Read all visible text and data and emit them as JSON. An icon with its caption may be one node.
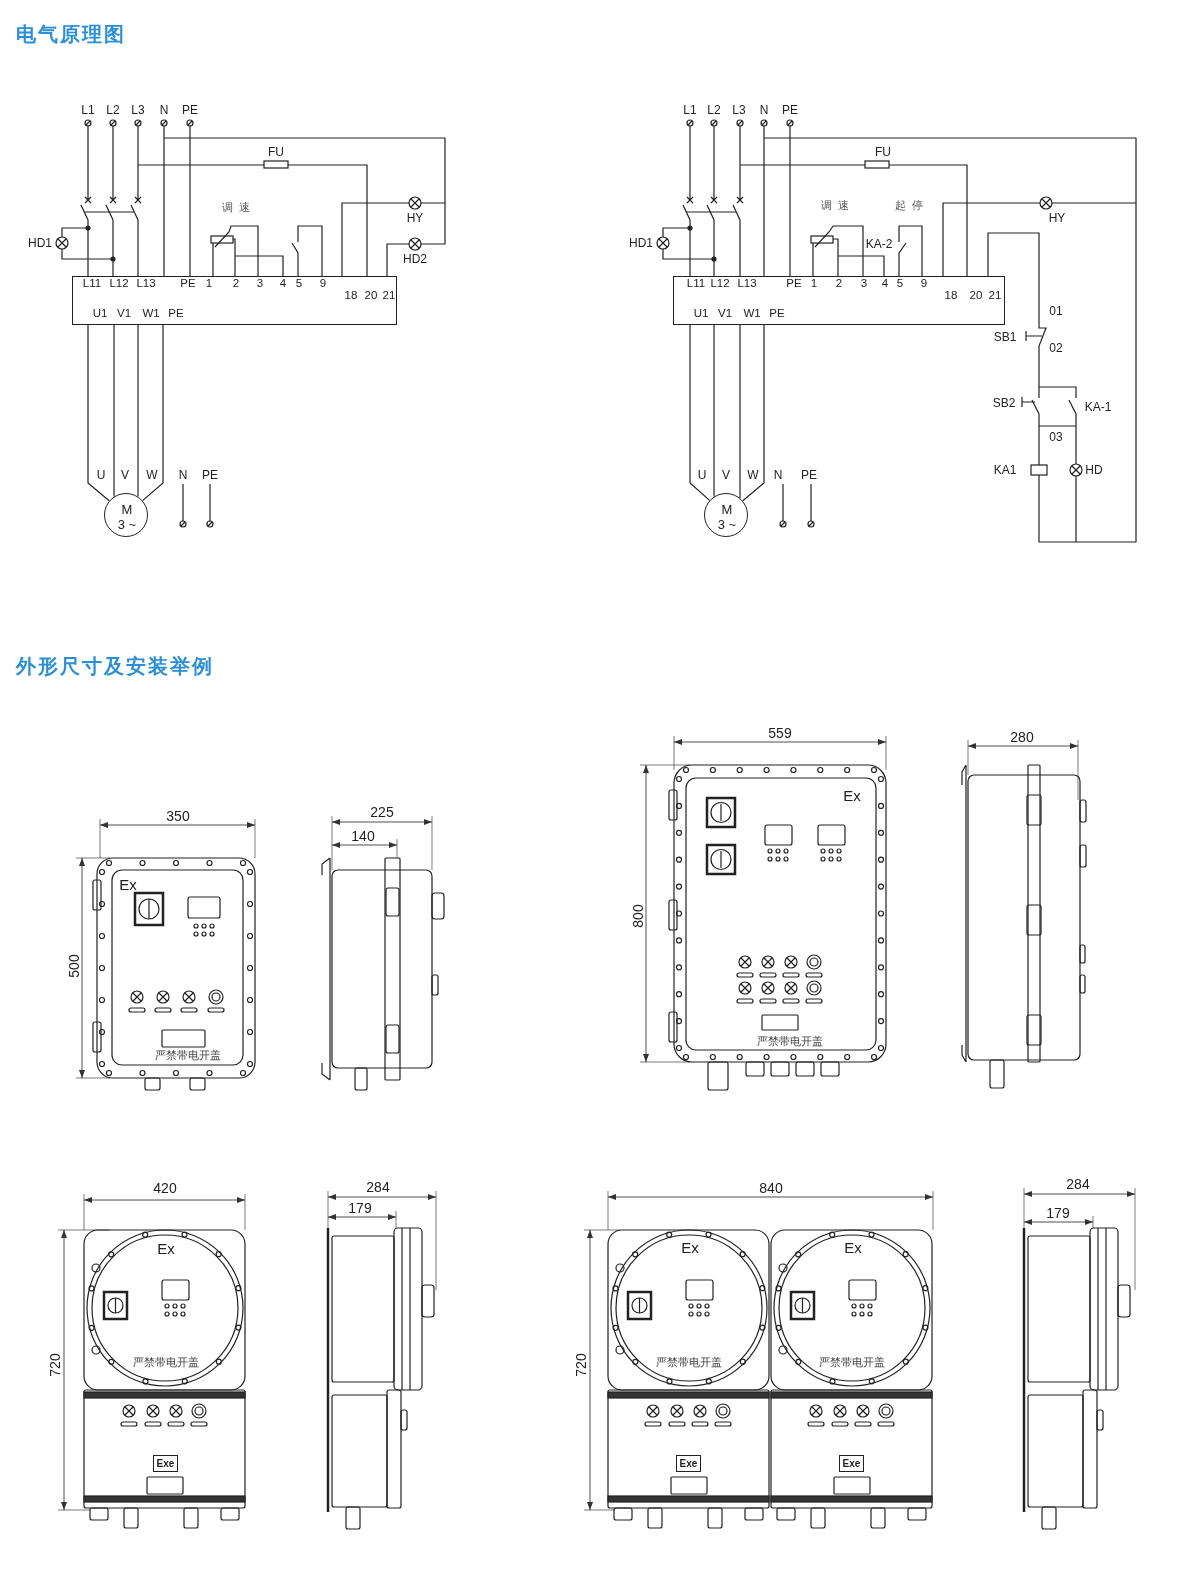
{
  "diagram": {
    "nodes": [
      {
        "text": [
          "L11",
          "L12",
          "L13",
          "PE",
          "1",
          "2",
          "3",
          "4",
          "5",
          "9",
          "18",
          "20",
          "21",
          "U1",
          "V1",
          "W1",
          "PE"
        ]
      },
      {
        "text": [
          "M",
          "3 ~"
        ]
      },
      {
        "text": [
          "L11",
          "L12",
          "L13",
          "PE",
          "1",
          "2",
          "3",
          "4",
          "5",
          "9",
          "18",
          "20",
          "21",
          "U1",
          "V1",
          "W1",
          "PE"
        ]
      },
      {
        "text": [
          "M",
          "3 ~"
        ]
      },
      {
        "text": [
          "Exe"
        ]
      },
      {
        "text": [
          "Exe"
        ]
      },
      {
        "text": [
          "Exe"
        ]
      }
    ],
    "edges": [
      {
        "from": 0,
        "to": 1,
        "arrow": "none"
      },
      {
        "from": 0,
        "to": 1,
        "arrow": "none"
      },
      {
        "from": 0,
        "to": 1,
        "arrow": "none"
      },
      {
        "from": 0,
        "to": 1,
        "arrow": "none"
      },
      {
        "from": 2,
        "to": 3,
        "arrow": "none"
      },
      {
        "from": 2,
        "to": 3,
        "arrow": "none"
      },
      {
        "from": 2,
        "to": 3,
        "arrow": "none"
      },
      {
        "from": 2,
        "to": 3,
        "arrow": "none"
      }
    ],
    "labels": [
      "电气原理图",
      "L1",
      "L2",
      "L3",
      "N",
      "PE",
      "FU",
      "调速",
      "HY",
      "HD2",
      "HD1",
      "U",
      "V",
      "W",
      "N",
      "PE",
      "L1",
      "L2",
      "L3",
      "N",
      "PE",
      "FU",
      "调速",
      "起停",
      "HY",
      "HD1",
      "KA-2",
      "01",
      "SB1",
      "02",
      "SB2",
      "KA-1",
      "03",
      "KA1",
      "HD",
      "U",
      "V",
      "W",
      "N",
      "PE",
      "外形尺寸及安装举例",
      "350",
      "500",
      "225",
      "140",
      "Ex",
      "严禁带电开盖",
      "559",
      "280",
      "800",
      "Ex",
      "严禁带电开盖",
      "420",
      "284",
      "179",
      "Ex",
      "严禁带电开盖",
      "720",
      "840",
      "284",
      "179",
      "720",
      "Ex",
      "Ex",
      "严禁带电开盖",
      "严禁带电开盖"
    ]
  }
}
